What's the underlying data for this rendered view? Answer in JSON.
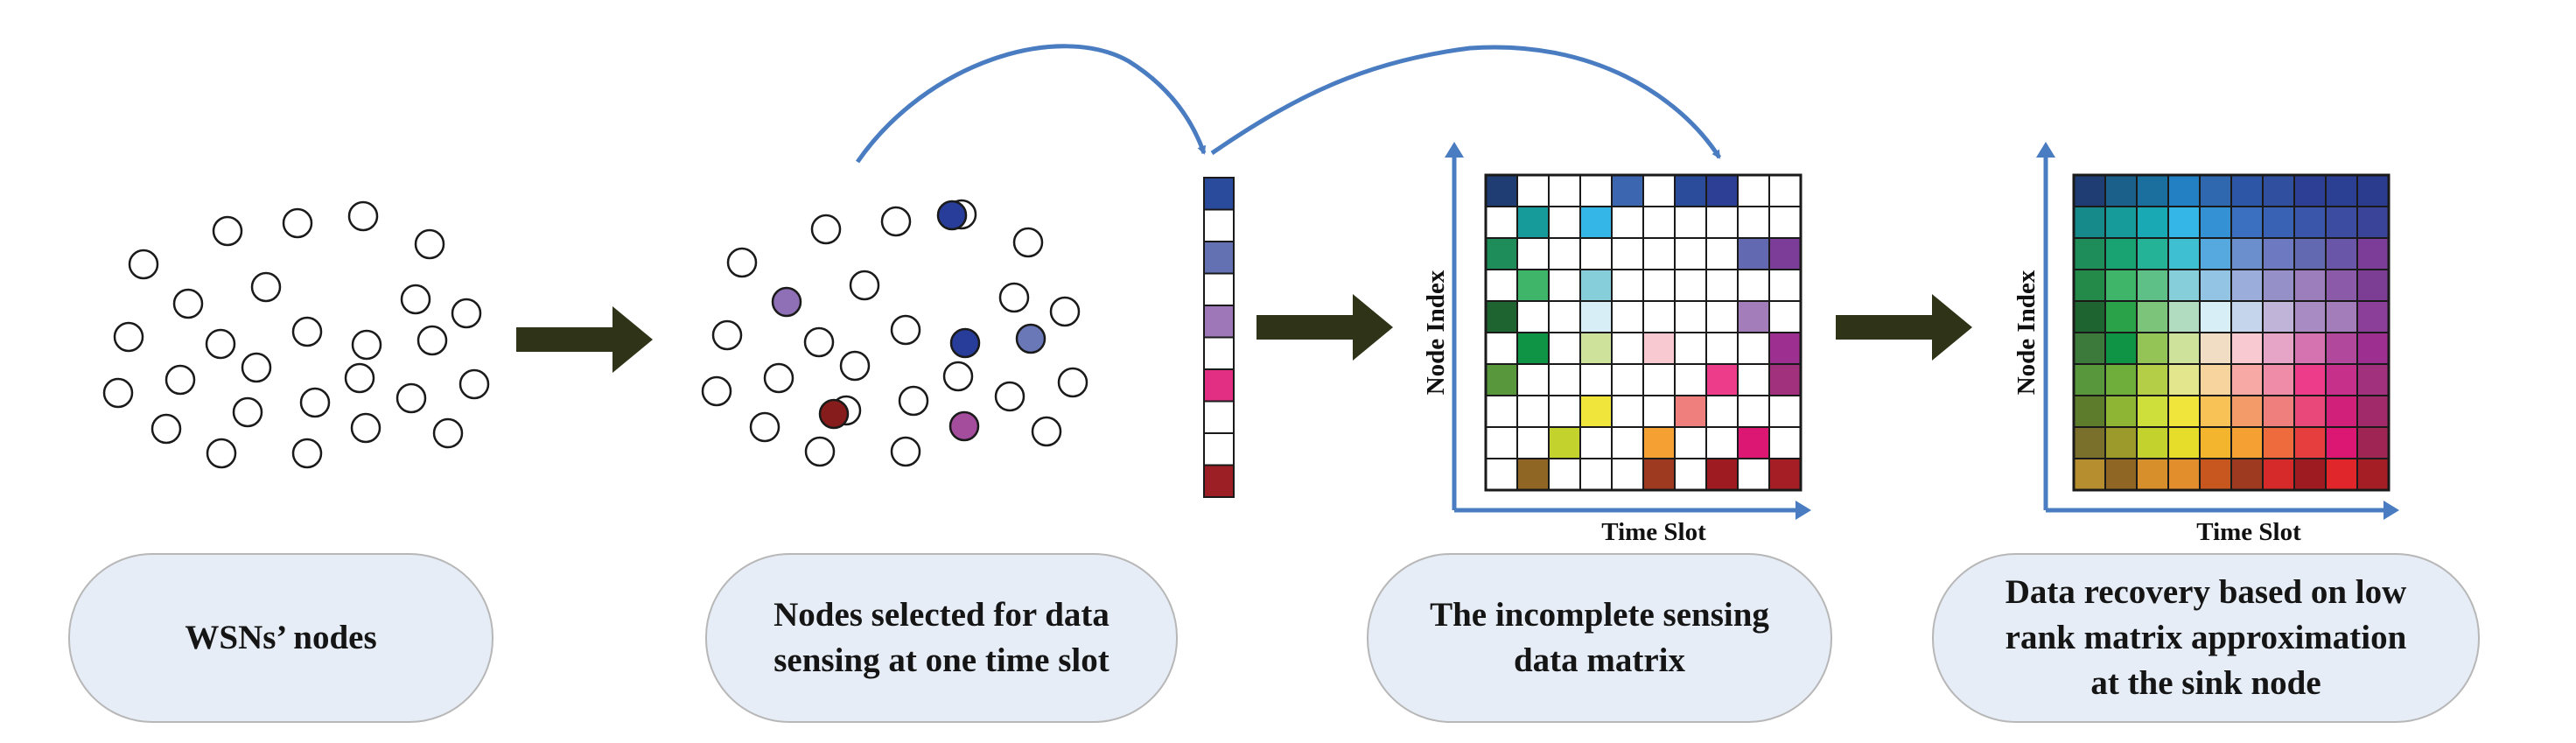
{
  "labels": {
    "wsn": "WSNs’ nodes",
    "selected": "Nodes selected for data\nsensing at one time slot",
    "incomplete": "The incomplete sensing\ndata matrix",
    "recovery": "Data recovery based on low\nrank matrix approximation\nat the sink node"
  },
  "axes": {
    "node_index": "Node Index",
    "time_slot": "Time Slot"
  },
  "colors": {
    "arrow": "#2f3317",
    "axis": "#4a7cc1",
    "curve": "#4a7cc1",
    "pill_fill": "#e6edf6",
    "pill_border": "#b7b7b7"
  },
  "selected_node_colors": [
    "#8f6fb6",
    "#283c99",
    "#6a78b8",
    "#a44d9c",
    "#861c1c"
  ],
  "column_vector_colors": [
    "#2a4b9c",
    "#ffffff",
    "#6370b2",
    "#ffffff",
    "#9e77b9",
    "#ffffff",
    "#e22f84",
    "#ffffff",
    "#ffffff",
    "#9c1f25"
  ],
  "incomplete_matrix": [
    [
      "#1f3d73",
      null,
      null,
      null,
      "#3c66b0",
      null,
      "#2b4c9a",
      "#2c3f94",
      null,
      null
    ],
    [
      null,
      "#169b9a",
      null,
      "#34b7e6",
      null,
      null,
      null,
      null,
      null,
      null
    ],
    [
      "#1f8d5a",
      null,
      null,
      null,
      null,
      null,
      null,
      null,
      "#6369b1",
      "#7b3d97"
    ],
    [
      null,
      "#3fb569",
      null,
      "#87cedb",
      null,
      null,
      null,
      null,
      null,
      null
    ],
    [
      "#1d6430",
      null,
      null,
      "#d7eef6",
      null,
      null,
      null,
      null,
      "#a37dba",
      null
    ],
    [
      null,
      "#0f9445",
      null,
      "#cfe29c",
      null,
      "#f8c9d1",
      null,
      null,
      null,
      "#9c2f90"
    ],
    [
      "#58973c",
      null,
      null,
      null,
      null,
      null,
      null,
      "#ec3c8a",
      null,
      "#a1307d"
    ],
    [
      null,
      null,
      null,
      "#f0e53a",
      null,
      null,
      "#ef7f7d",
      null,
      null,
      null
    ],
    [
      null,
      null,
      "#c4d22e",
      null,
      null,
      "#f5a032",
      null,
      null,
      "#dc1673",
      null
    ],
    [
      null,
      "#8f6624",
      null,
      null,
      null,
      "#9e3a1f",
      null,
      "#9e1b21",
      null,
      "#a51e25"
    ]
  ],
  "full_matrix": [
    [
      "#1f3d73",
      "#1b5f8b",
      "#1a6f9e",
      "#2380c3",
      "#2f68af",
      "#2d56a6",
      "#30509f",
      "#2c3f94",
      "#2b3f93",
      "#2b3c8f"
    ],
    [
      "#168a8a",
      "#169b9a",
      "#19a9b5",
      "#34b7e6",
      "#3491d3",
      "#3b6fc0",
      "#3a62b4",
      "#3a56aa",
      "#3b4ca1",
      "#3a4599"
    ],
    [
      "#1f8d5a",
      "#19a372",
      "#25b398",
      "#3fbfd2",
      "#55a9de",
      "#6a8fcc",
      "#6d7ac2",
      "#6369b1",
      "#6a56a9",
      "#7b3d97"
    ],
    [
      "#238a4a",
      "#3fb569",
      "#5fc087",
      "#87cedb",
      "#93c4e4",
      "#9aaddb",
      "#9690c8",
      "#9c7ebd",
      "#8b5aa8",
      "#7c3e95"
    ],
    [
      "#1d6430",
      "#2aa24a",
      "#7cc47a",
      "#b2dcc0",
      "#d7eef6",
      "#c4d5ec",
      "#c1b4d9",
      "#a78bc2",
      "#a37dba",
      "#8c3f98"
    ],
    [
      "#3b7a3a",
      "#0f9445",
      "#93c455",
      "#cfe29c",
      "#f1dcc4",
      "#f8c9d1",
      "#e6a4c7",
      "#d573b1",
      "#b1489c",
      "#9c2f90"
    ],
    [
      "#58973c",
      "#6fae3a",
      "#b4cf47",
      "#e4e68d",
      "#f7d49d",
      "#f6a9a5",
      "#ef8da9",
      "#ec3c8a",
      "#c62f8a",
      "#a1307d"
    ],
    [
      "#5d7d2d",
      "#8eb534",
      "#cede3a",
      "#f0e53a",
      "#f8c256",
      "#f39c6a",
      "#ef7f7d",
      "#e8487a",
      "#d1207a",
      "#a12a6a"
    ],
    [
      "#7a6f2b",
      "#9c9a2a",
      "#c4d22e",
      "#e6dd2b",
      "#f3b52e",
      "#f5a032",
      "#ee6b3d",
      "#e63d3e",
      "#dc1673",
      "#9f2555"
    ],
    [
      "#b68d2f",
      "#8f6624",
      "#d68f2a",
      "#e38e2c",
      "#c7561f",
      "#9e3a1f",
      "#d5292a",
      "#9e1b21",
      "#e1262b",
      "#a51e25"
    ]
  ]
}
